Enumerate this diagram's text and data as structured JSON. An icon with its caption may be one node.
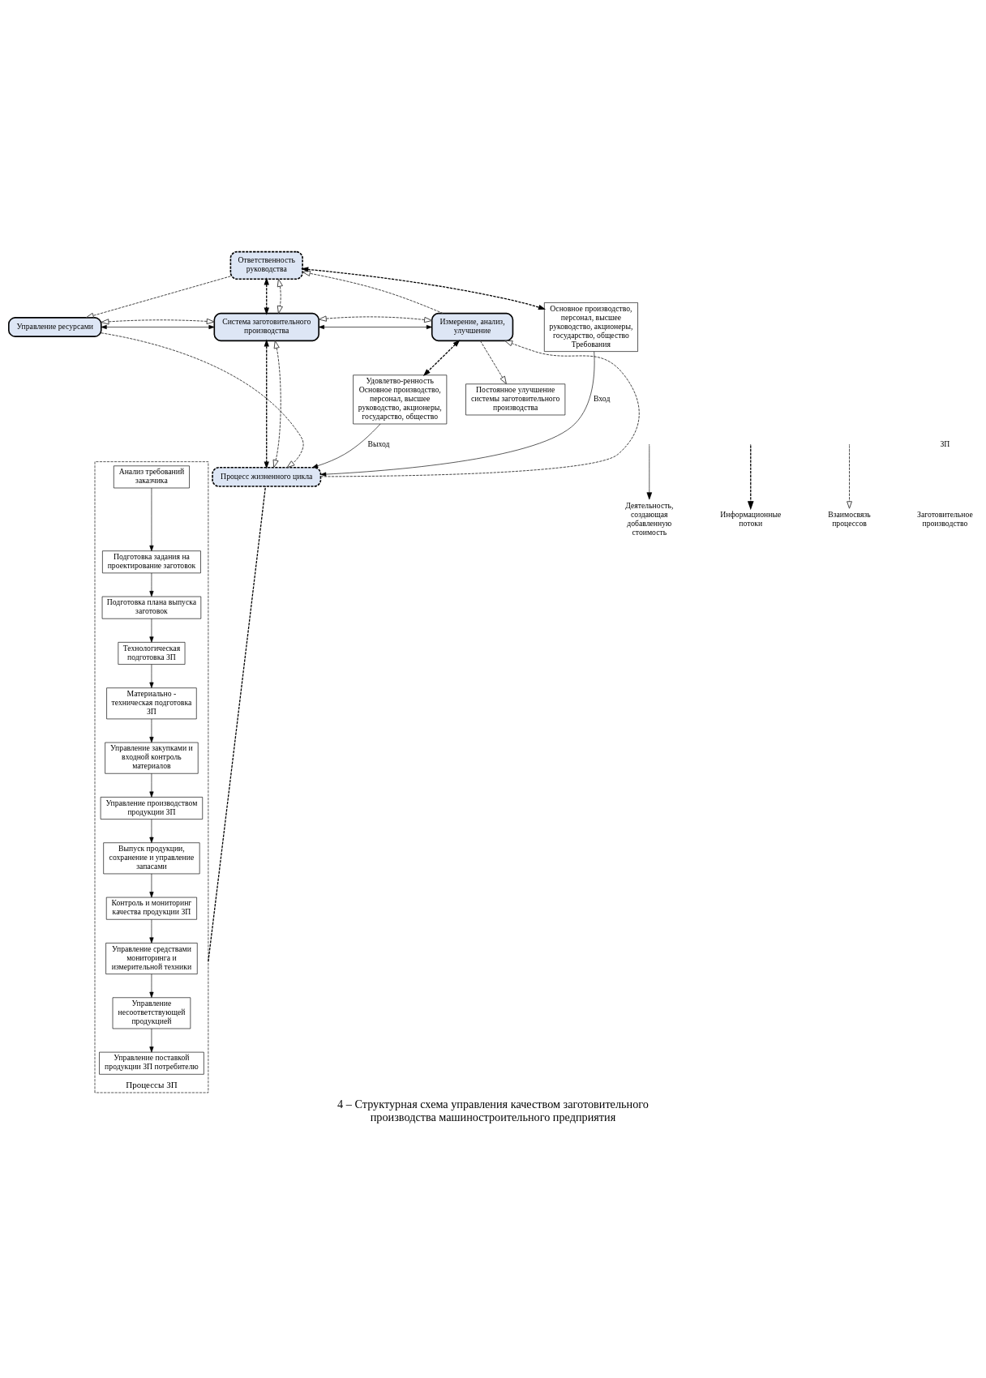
{
  "diagram": {
    "caption": "4 – Структурная схема управления качеством заготовительного производства машиностроительного предприятия",
    "nodes": [
      {
        "text": [
          "Процессы ЗП"
        ]
      },
      {
        "text": [
          "Анализ требований заказчика"
        ],
        "in": 0
      },
      {
        "text": [
          "Подготовка задания на проектирование заготовок"
        ],
        "in": 0
      },
      {
        "text": [
          "Подготовка плана выпуска заготовок"
        ],
        "in": 0
      },
      {
        "text": [
          "Технологическая подготовка ЗП"
        ],
        "in": 0
      },
      {
        "text": [
          "Материально - техническая подготовка ЗП"
        ],
        "in": 0
      },
      {
        "text": [
          "Управление закупками и входной контроль материалов"
        ],
        "in": 0
      },
      {
        "text": [
          "Управление производством продукции ЗП"
        ],
        "in": 0
      },
      {
        "text": [
          "Выпуск продукции, сохранение и управление запасами"
        ],
        "in": 0
      },
      {
        "text": [
          "Контроль и мониторинг качества продукции ЗП"
        ],
        "in": 0
      },
      {
        "text": [
          "Управление средствами мониторинга и измерительной техники"
        ],
        "in": 0
      },
      {
        "text": [
          "Управление несоответствующей продукцией"
        ],
        "in": 0
      },
      {
        "text": [
          "Управление поставкой продукции ЗП потребителю"
        ],
        "in": 0
      },
      {
        "text": [
          "Постоянное улучшение системы заготовительного производства"
        ]
      },
      {
        "text": [
          "Ответственность руководства"
        ]
      },
      {
        "text": [
          "Измерение, анализ, улучшение"
        ]
      },
      {
        "text": [
          "Система заготовительного производства"
        ]
      },
      {
        "text": [
          "Управление ресурсами"
        ]
      },
      {
        "text": [
          "Процесс жизненного цикла"
        ]
      },
      {
        "text": [
          "Основное производство, персонал, высшее руководство, акционеры, государство, общество",
          "Требования"
        ]
      },
      {
        "text": [
          "Удовлетво-ренность",
          "Основное производство, персонал, высшее руководство, акционеры, государство, общество"
        ]
      }
    ],
    "edges": [
      {
        "from": 1,
        "to": 2,
        "arrow": "to"
      },
      {
        "from": 2,
        "to": 3,
        "arrow": "to"
      },
      {
        "from": 3,
        "to": 4,
        "arrow": "to"
      },
      {
        "from": 4,
        "to": 5,
        "arrow": "to"
      },
      {
        "from": 5,
        "to": 6,
        "arrow": "to"
      },
      {
        "from": 6,
        "to": 7,
        "arrow": "to"
      },
      {
        "from": 7,
        "to": 8,
        "arrow": "to"
      },
      {
        "from": 8,
        "to": 9,
        "arrow": "to"
      },
      {
        "from": 9,
        "to": 10,
        "arrow": "to"
      },
      {
        "from": 10,
        "to": 11,
        "arrow": "to"
      },
      {
        "from": 11,
        "to": 12,
        "arrow": "to"
      },
      {
        "from": 0,
        "to": 18,
        "arrow": "none",
        "style": "dashed"
      },
      {
        "from": 19,
        "to": 18,
        "label": "Вход",
        "arrow": "to"
      },
      {
        "from": 20,
        "to": 18,
        "label": "Выход",
        "arrow": "to"
      },
      {
        "from": 14,
        "to": 19,
        "arrow": "both",
        "style": "dashed"
      },
      {
        "from": 15,
        "to": 20,
        "arrow": "both",
        "style": "dashed"
      },
      {
        "from": 14,
        "to": 16,
        "arrow": "both",
        "style": "dashed"
      },
      {
        "from": 16,
        "to": 18,
        "arrow": "both",
        "style": "dashed"
      },
      {
        "from": 16,
        "to": 17,
        "arrow": "both"
      },
      {
        "from": 16,
        "to": 15,
        "arrow": "both"
      },
      {
        "from": 14,
        "to": 17,
        "arrow": "to",
        "style": "dashed",
        "color": "#404040"
      },
      {
        "from": 17,
        "to": 18,
        "arrow": "to",
        "style": "dashed",
        "color": "#404040"
      },
      {
        "from": 18,
        "to": 15,
        "arrow": "to",
        "style": "dashed",
        "color": "#404040"
      },
      {
        "from": 15,
        "to": 14,
        "arrow": "to",
        "style": "dashed",
        "color": "#404040"
      },
      {
        "from": 15,
        "to": 13,
        "arrow": "to",
        "style": "dashed",
        "color": "#404040"
      },
      {
        "from": 14,
        "to": 16,
        "arrow": "both",
        "style": "dashed",
        "color": "#404040"
      },
      {
        "from": 16,
        "to": 18,
        "arrow": "both",
        "style": "dashed",
        "color": "#404040"
      },
      {
        "from": 16,
        "to": 15,
        "arrow": "both",
        "style": "dashed",
        "color": "#404040"
      },
      {
        "from": 16,
        "to": 17,
        "arrow": "both",
        "style": "dashed",
        "color": "#404040"
      }
    ],
    "labels": [
      "ЗП"
    ],
    "legend": [
      {
        "text": "Деятельность, создающая добавленную стоимость"
      },
      {
        "text": "Информационные потоки"
      },
      {
        "text": "Взаимосвязь процессов"
      },
      {
        "text": "Заготовительное производство"
      }
    ]
  }
}
